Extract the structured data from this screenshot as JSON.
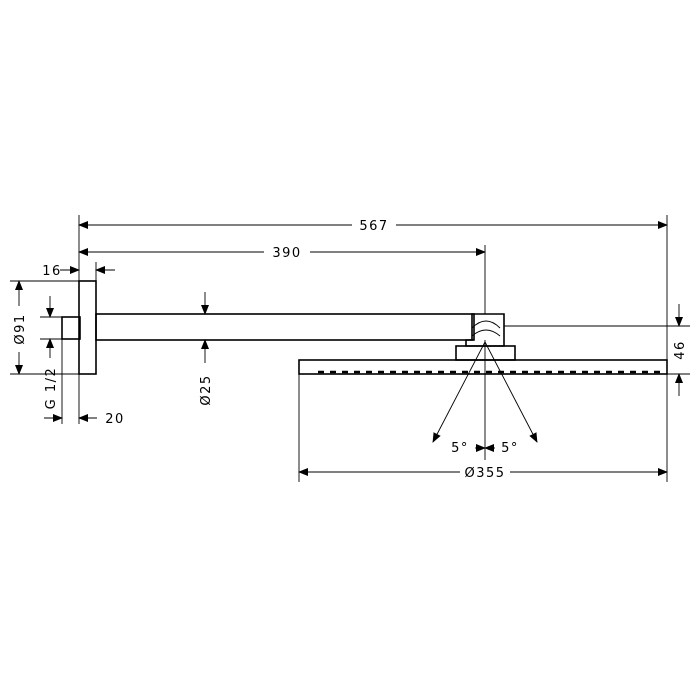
{
  "drawing": {
    "dimensions": {
      "overall_length": "567",
      "arm_length": "390",
      "flange_thickness": "16",
      "flange_diameter": "Ø91",
      "thread": "G 1/2",
      "thread_length": "20",
      "arm_diameter": "Ø25",
      "head_height": "46",
      "tilt_left": "5°",
      "tilt_right": "5°",
      "head_diameter": "Ø355"
    }
  }
}
